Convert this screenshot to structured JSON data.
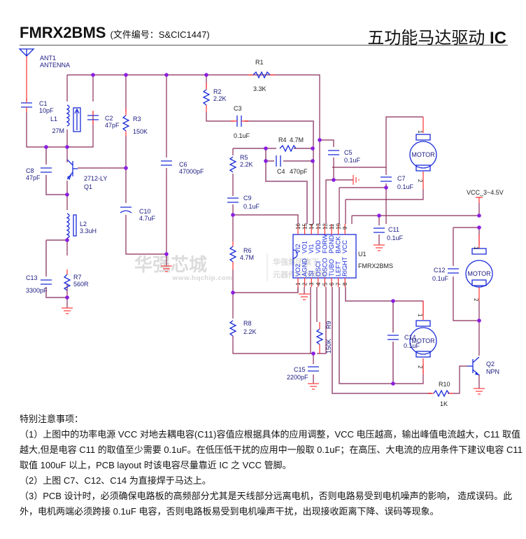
{
  "header": {
    "part_number": "FMRX2BMS",
    "doc_number": "(文件编号：S&CIC1447)",
    "title_cn": "五功能马达驱动",
    "title_ic": "IC"
  },
  "schematic": {
    "antenna": {
      "ref": "ANT1",
      "name": "ANTENNA"
    },
    "components": {
      "R1": {
        "ref": "R1",
        "value": "3.3K"
      },
      "R2": {
        "ref": "R2",
        "value": "2.2K"
      },
      "R3": {
        "ref": "R3",
        "value": "150K"
      },
      "R4": {
        "ref": "R4",
        "value": "4.7M"
      },
      "R5": {
        "ref": "R5",
        "value": "2.2K"
      },
      "R6": {
        "ref": "R6",
        "value": "4.7M"
      },
      "R7": {
        "ref": "R7",
        "value": "560R"
      },
      "R8": {
        "ref": "R8",
        "value": "2.2K"
      },
      "R9": {
        "ref": "R9",
        "value": "150K"
      },
      "R10": {
        "ref": "R10",
        "value": "1K"
      },
      "C1": {
        "ref": "C1",
        "value": "10pF"
      },
      "C2": {
        "ref": "C2",
        "value": "47pF"
      },
      "C3": {
        "ref": "C3",
        "value": "0.1uF"
      },
      "C4": {
        "ref": "C4",
        "value": "470pF"
      },
      "C5": {
        "ref": "C5",
        "value": "0.1uF"
      },
      "C6": {
        "ref": "C6",
        "value": "47000pF"
      },
      "C7": {
        "ref": "C7",
        "value": "0.1uF"
      },
      "C8": {
        "ref": "C8",
        "value": "47pF"
      },
      "C9": {
        "ref": "C9",
        "value": "0.1uF"
      },
      "C10": {
        "ref": "C10",
        "value": "4.7uF"
      },
      "C11": {
        "ref": "C11",
        "value": "0.1uF"
      },
      "C12": {
        "ref": "C12",
        "value": "0.1uF"
      },
      "C13": {
        "ref": "C13",
        "value": "3300pF"
      },
      "C14": {
        "ref": "C14",
        "value": "0.1uF"
      },
      "C15": {
        "ref": "C15",
        "value": "2200pF"
      },
      "L1": {
        "ref": "L1",
        "value": "27M"
      },
      "L2": {
        "ref": "L2",
        "value": "3.3uH"
      },
      "Q1": {
        "ref": "Q1",
        "value": "2712-LY"
      },
      "Q2": {
        "ref": "Q2",
        "value": "NPN"
      }
    },
    "motor_label": "MOTOR",
    "motor_pin1": "1",
    "motor_pin2": "2",
    "vcc_label": "VCC_3~4.5V",
    "ic": {
      "ref": "U1",
      "name": "FMRX2BMS",
      "top_pins": [
        {
          "num": "16",
          "name": "VI2"
        },
        {
          "num": "15",
          "name": "VO1"
        },
        {
          "num": "14",
          "name": "VI1"
        },
        {
          "num": "13",
          "name": "VDD"
        },
        {
          "num": "12",
          "name": "FORW"
        },
        {
          "num": "11",
          "name": "PGND"
        },
        {
          "num": "10",
          "name": "BACK"
        },
        {
          "num": "9",
          "name": "VCC"
        }
      ],
      "bottom_pins": [
        {
          "num": "1",
          "name": "VO2"
        },
        {
          "num": "2",
          "name": "AGND"
        },
        {
          "num": "3",
          "name": "SI"
        },
        {
          "num": "4",
          "name": "OSCI"
        },
        {
          "num": "5",
          "name": "OSCO"
        },
        {
          "num": "6",
          "name": "TUBO"
        },
        {
          "num": "7",
          "name": "LEFT"
        },
        {
          "num": "8",
          "name": "RIGHT"
        }
      ]
    },
    "watermark": {
      "brand": "华强芯城",
      "url": "www.hqchip.com",
      "line1": "华强集团旗下",
      "line2": "元器件在线商城"
    }
  },
  "notes": {
    "heading": "特别注意事项：",
    "items": [
      "（1）上图中的功率电源 VCC 对地去耦电容(C11)容值应根据具体的应用调整，VCC 电压越高，输出峰值电流越大，C11  取值越大,但是电容 C11  的取值至少需要 0.1uF。在低压低干扰的应用中一般取 0.1uF；在高压、大电流的应用条件下建议电容 C11  取值 100uF 以上，PCB layout 时该电容尽量靠近 IC 之 VCC 管脚。",
      "（2）上图 C7、C12、C14 为直接焊于马达上。",
      "（3）PCB  设计时，必须确保电路板的高频部分尤其是天线部分远离电机，否则电路易受到电机噪声的影响，  造成误码。此外，电机两端必须跨接  0.1uF  电容，否则电路板易受到电机噪声干扰，出现接收距离下降、误码等现象。"
    ]
  }
}
